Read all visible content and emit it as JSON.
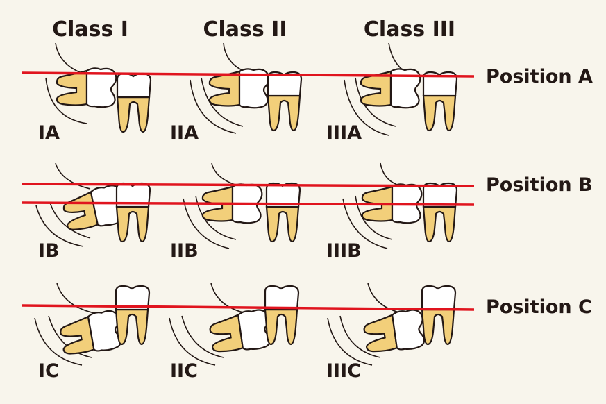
{
  "classes": [
    "Class I",
    "Class II",
    "Class III"
  ],
  "positions": [
    "Position A",
    "Position B",
    "Position C"
  ],
  "cell_labels": [
    [
      "IA",
      "IIA",
      "IIIA"
    ],
    [
      "IB",
      "IIB",
      "IIIB"
    ],
    [
      "IC",
      "IIC",
      "IIIC"
    ]
  ],
  "colors": {
    "background": "#f8f5ec",
    "root": "#f2cf7a",
    "crown": "#ffffff",
    "line": "#e0141e",
    "outline": "#231815"
  }
}
